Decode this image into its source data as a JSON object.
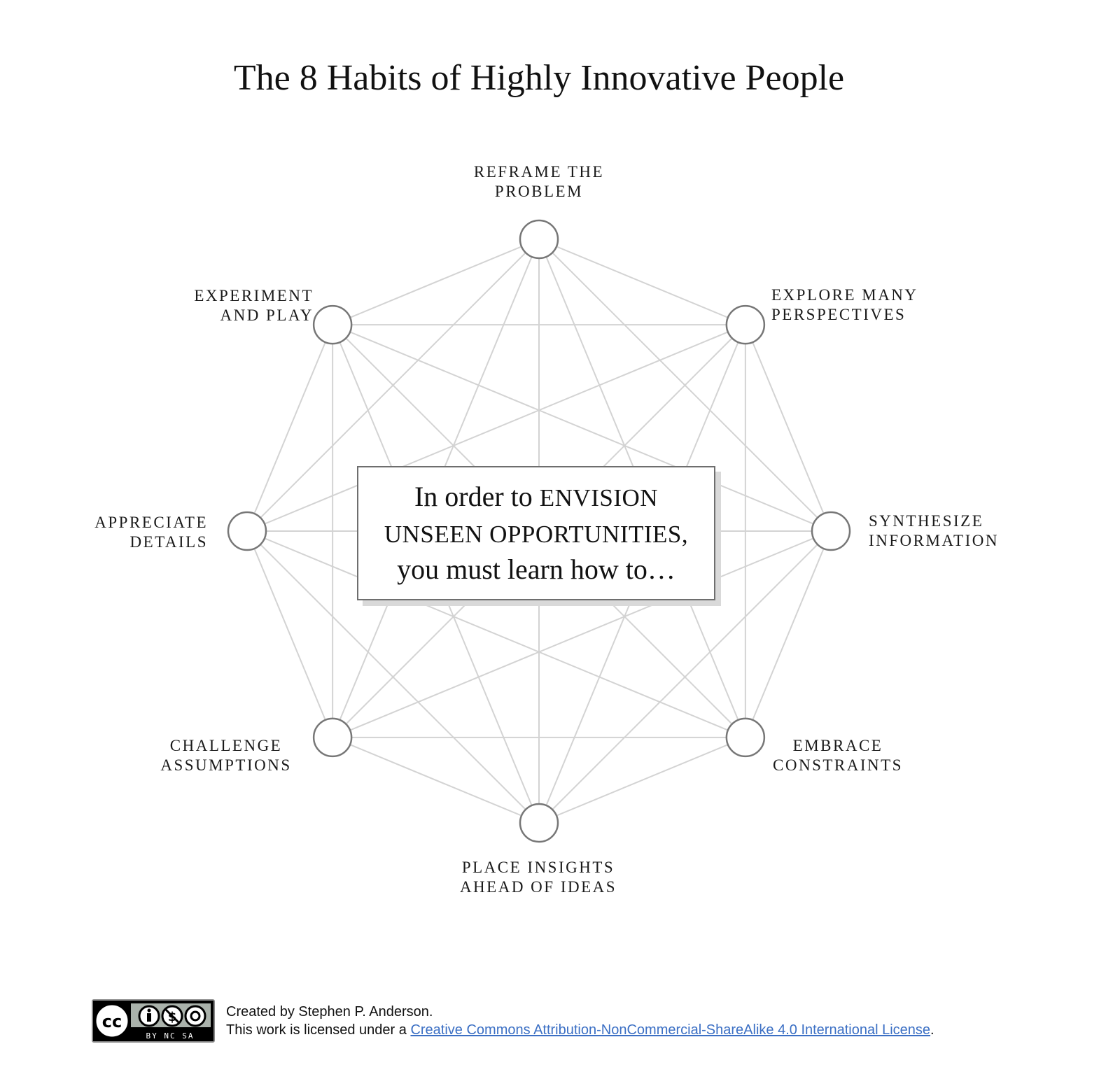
{
  "title": "The 8 Habits of Highly Innovative People",
  "center": {
    "line1_pre": "In order to ",
    "line1_caps": "ENVISION",
    "line2_caps": "UNSEEN OPPORTUNITIES,",
    "line3": "you must learn how to…"
  },
  "habits": [
    {
      "key": "reframe",
      "label": "REFRAME THE\nPROBLEM"
    },
    {
      "key": "explore",
      "label": "EXPLORE MANY\nPERSPECTIVES"
    },
    {
      "key": "synthesize",
      "label": "SYNTHESIZE\nINFORMATION"
    },
    {
      "key": "embrace",
      "label": "EMBRACE\nCONSTRAINTS"
    },
    {
      "key": "place",
      "label": "PLACE INSIGHTS\nAHEAD OF IDEAS"
    },
    {
      "key": "challenge",
      "label": "CHALLENGE\nASSUMPTIONS"
    },
    {
      "key": "appreciate",
      "label": "APPRECIATE\nDETAILS"
    },
    {
      "key": "experiment",
      "label": "EXPERIMENT\nAND PLAY"
    }
  ],
  "footer": {
    "badge_text": "BY NC SA",
    "credit": "Created by Stephen P. Anderson.",
    "license_pre": "This work is licensed under a ",
    "license_link": "Creative Commons Attribution-NonCommercial-ShareAlike 4.0 International License",
    "license_post": "."
  },
  "colors": {
    "edge": "#d3d3d3",
    "node_stroke": "#777777",
    "link": "#3b6fc4"
  }
}
